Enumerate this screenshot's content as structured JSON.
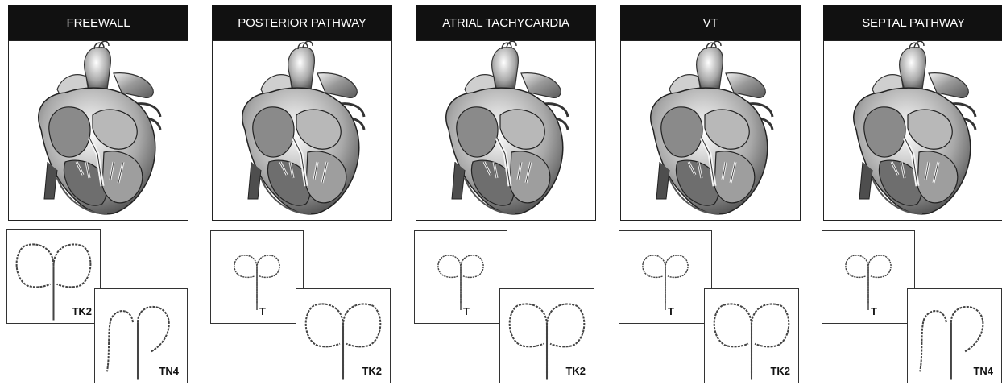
{
  "columns": [
    {
      "title": "FREEWALL",
      "catheters": [
        "TK2",
        "TN4"
      ]
    },
    {
      "title": "POSTERIOR PATHWAY",
      "catheters": [
        "T",
        "TK2"
      ]
    },
    {
      "title": "ATRIAL TACHYCARDIA",
      "catheters": [
        "T",
        "TK2"
      ]
    },
    {
      "title": "VT",
      "catheters": [
        "T",
        "TK2"
      ]
    },
    {
      "title": "SEPTAL PATHWAY",
      "catheters": [
        "T",
        "TN4"
      ]
    }
  ],
  "colors": {
    "header_bg": "#111111",
    "header_text": "#ffffff",
    "outline": "#333333"
  }
}
